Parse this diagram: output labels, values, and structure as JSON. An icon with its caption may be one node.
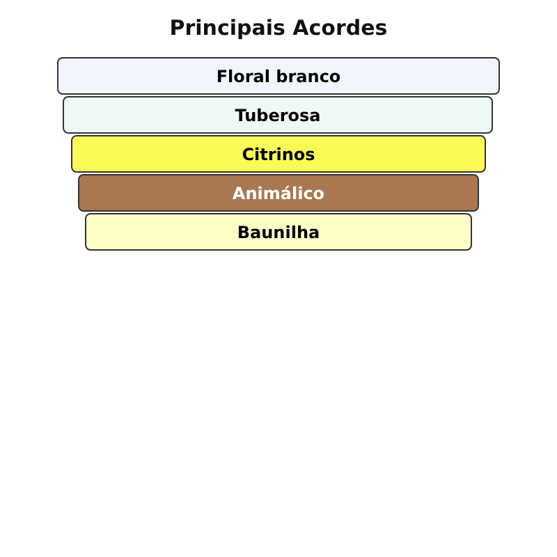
{
  "diagram": {
    "title": "Principais Acordes",
    "nodes": [
      {
        "text": [
          "Floral branco"
        ]
      },
      {
        "text": [
          "Tuberosa"
        ]
      },
      {
        "text": [
          "Citrinos"
        ]
      },
      {
        "text": [
          "Animálico"
        ]
      },
      {
        "text": [
          "Baunilha"
        ]
      }
    ]
  }
}
